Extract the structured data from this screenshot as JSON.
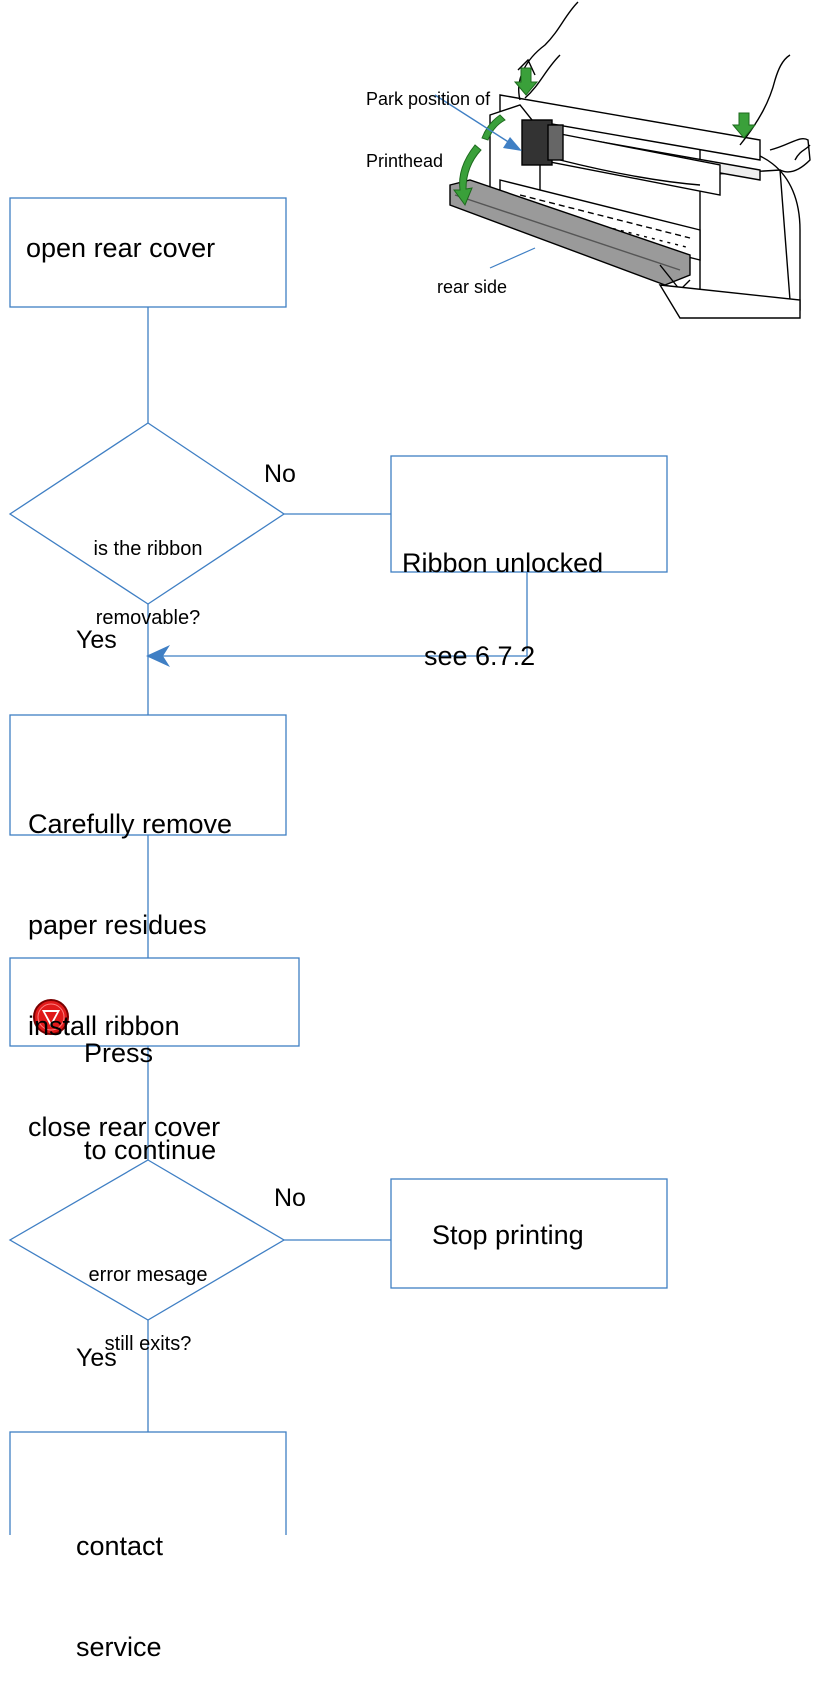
{
  "illustration": {
    "park_label_line1": "Park position of",
    "park_label_line2": "Printhead",
    "rear_side_label": "rear side",
    "arrow_color": "#3aa03a",
    "pointer_color": "#3f7fc4"
  },
  "flow": {
    "line_color": "#3f7fc4",
    "box_border_color": "#3f7fc4",
    "step_open_cover": "open rear cover",
    "decision_ribbon_line1": "is the ribbon",
    "decision_ribbon_line2": "removable?",
    "no_label_1": "No",
    "ribbon_unlocked_line1": "Ribbon unlocked",
    "ribbon_unlocked_line2": "see 6.7.2",
    "yes_label_1": "Yes",
    "remove_line1": "Carefully remove",
    "remove_line2": "paper residues",
    "remove_line3": "install ribbon",
    "remove_line4": "close rear cover",
    "press_line1": "Press",
    "press_line2": "to continue",
    "press_icon": "red-down-triangle-button-icon",
    "decision_error_line1": "error mesage",
    "decision_error_line2": "still exits?",
    "no_label_2": "No",
    "stop_printing": "Stop printing",
    "yes_label_2": "Yes",
    "contact_line1": "contact",
    "contact_line2": "service"
  }
}
